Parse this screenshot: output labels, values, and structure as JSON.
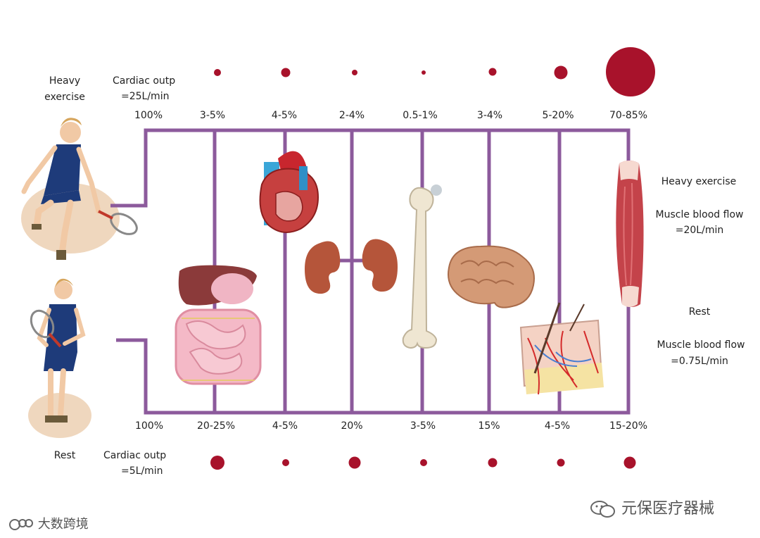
{
  "labels": {
    "heavy_exercise_left": "Heavy\nexercise",
    "cardiac_heavy_1": "Cardiac outp",
    "cardiac_heavy_2": "=25L/min",
    "rest_left": "Rest",
    "cardiac_rest_1": "Cardiac outp",
    "cardiac_rest_2": "=5L/min",
    "heavy_exercise_right": "Heavy exercise",
    "muscle_heavy_1": "Muscle blood flow",
    "muscle_heavy_2": "=20L/min",
    "rest_right": "Rest",
    "muscle_rest_1": "Muscle blood flow",
    "muscle_rest_2": "=0.75L/min"
  },
  "top_percentages": [
    "100%",
    "3-5%",
    "4-5%",
    "2-4%",
    "0.5-1%",
    "3-4%",
    "5-20%",
    "70-85%"
  ],
  "bottom_percentages": [
    "100%",
    "20-25%",
    "4-5%",
    "20%",
    "3-5%",
    "15%",
    "4-5%",
    "15-20%"
  ],
  "dot_color": "#a8122b",
  "frame_color": "#8c5a9c",
  "watermarks": {
    "left": "大数跨境",
    "right": "元保医疗器械"
  }
}
